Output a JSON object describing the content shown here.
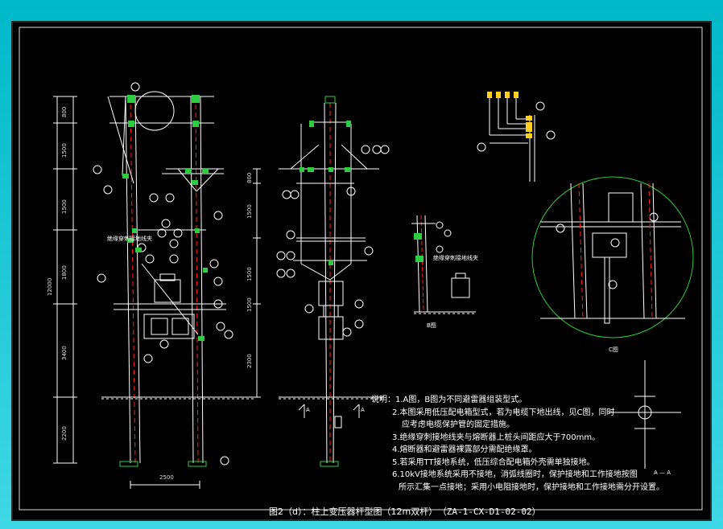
{
  "notes": {
    "title": "说明：1.A图，B图为不同避雷器组装型式。",
    "items": [
      "2.本图采用低压配电箱型式，若为电缆下地出线，见C图，同时",
      "应考虑电缆保护管的固定措施。",
      "3.绝缘穿刺接地线夹与熔断器上桩头间距应大于700mm。",
      "4.熔断器和避雷器裸露部分需配绝缘罩。",
      "5.若采用TT接地系统，低压综合配电箱外壳需单独接地。",
      "6.10kV接地系统采用不接地，消弧线圈时，保护接地和工作接地按图",
      "所示汇集一点接地；采用小电阻接地时，保护接地和工作接地需分开设置。"
    ]
  },
  "caption": {
    "title": "图2（d）：柱上变压器杆型图（12m双杆）",
    "code": "（ZA-1-CX-D1-02-02）"
  },
  "labels": {
    "clamp_a": "绝缘穿刺接地线夹",
    "clamp_b": "绝缘穿刺接地线夹",
    "view_b": "B图",
    "view_c": "C图",
    "section_a1": "A",
    "section_a2": "A",
    "section_aa": "A — A"
  },
  "dimensions": {
    "left_h1": "800",
    "left_h2": "1500",
    "left_h3": "1500",
    "left_h4": "1800",
    "left_h5": "3400",
    "left_h6": "2200",
    "left_total": "12000",
    "mid_h1": "800",
    "mid_h2": "1500",
    "mid_h3": "1500",
    "mid_h4": "1500",
    "mid_h5": "2300",
    "bottom_width": "2500"
  },
  "colors": {
    "background": "#000000",
    "frame": "#2ad0e0",
    "lines": "#ffffff",
    "pole_center": "#ff2020",
    "insulator": "#2ecc40",
    "detail_circle": "#2ecc40"
  }
}
